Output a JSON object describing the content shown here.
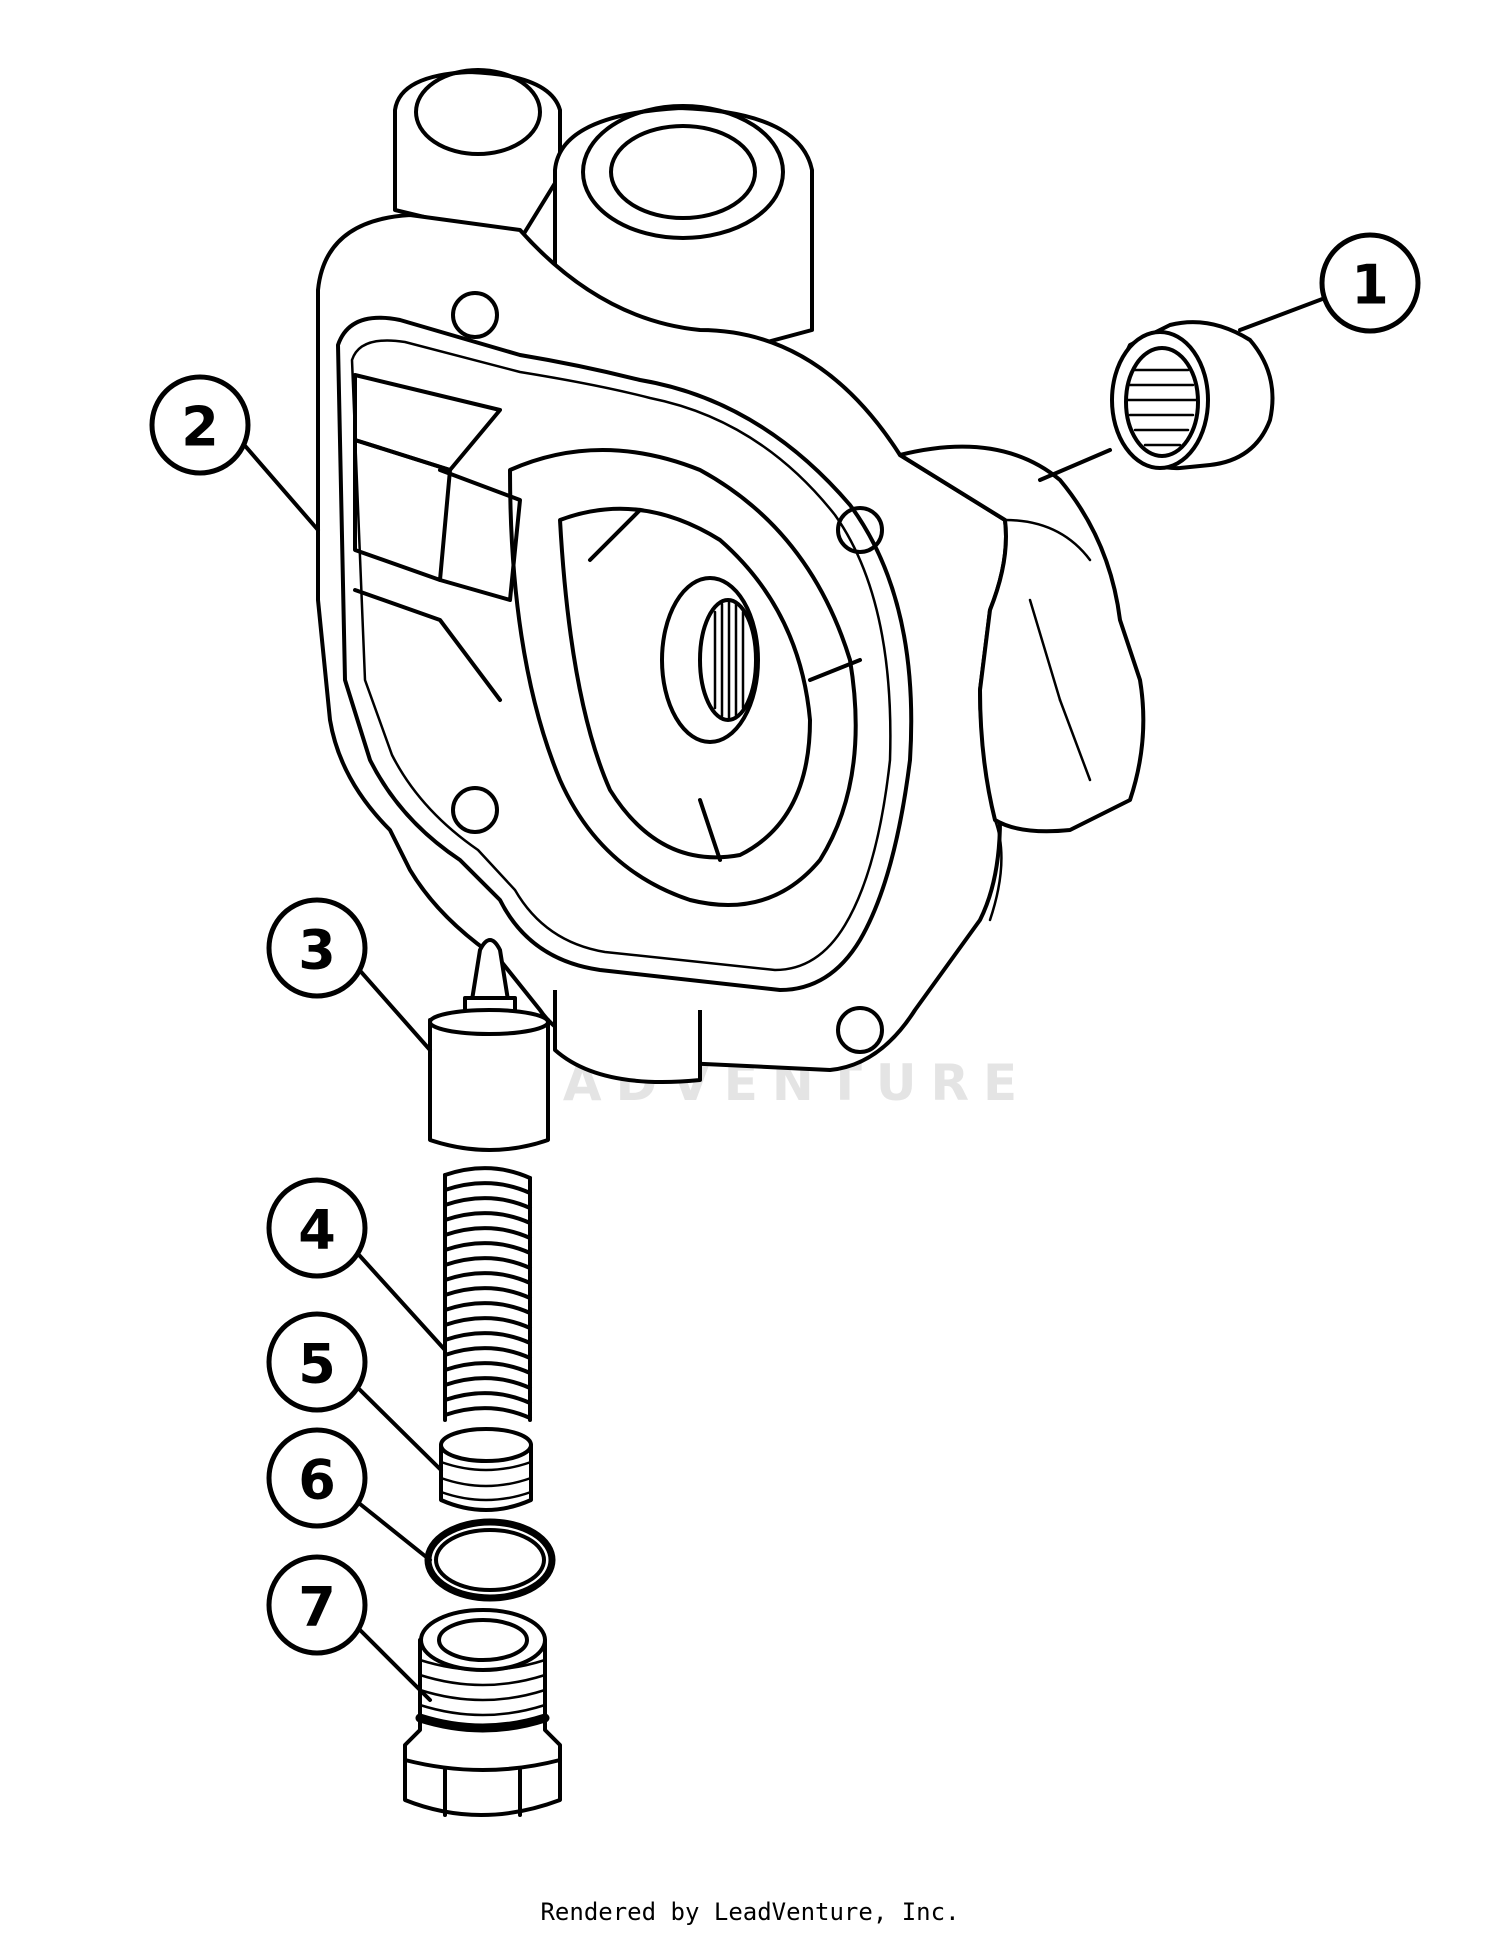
{
  "callouts": [
    {
      "label": "1"
    },
    {
      "label": "2"
    },
    {
      "label": "3"
    },
    {
      "label": "4"
    },
    {
      "label": "5"
    },
    {
      "label": "6"
    },
    {
      "label": "7"
    }
  ],
  "watermark": "LEADVENTURE",
  "footer": "Rendered by LeadVenture, Inc.",
  "colors": {
    "line": "#000000",
    "background": "#ffffff",
    "watermark": "#e4e4e4"
  }
}
